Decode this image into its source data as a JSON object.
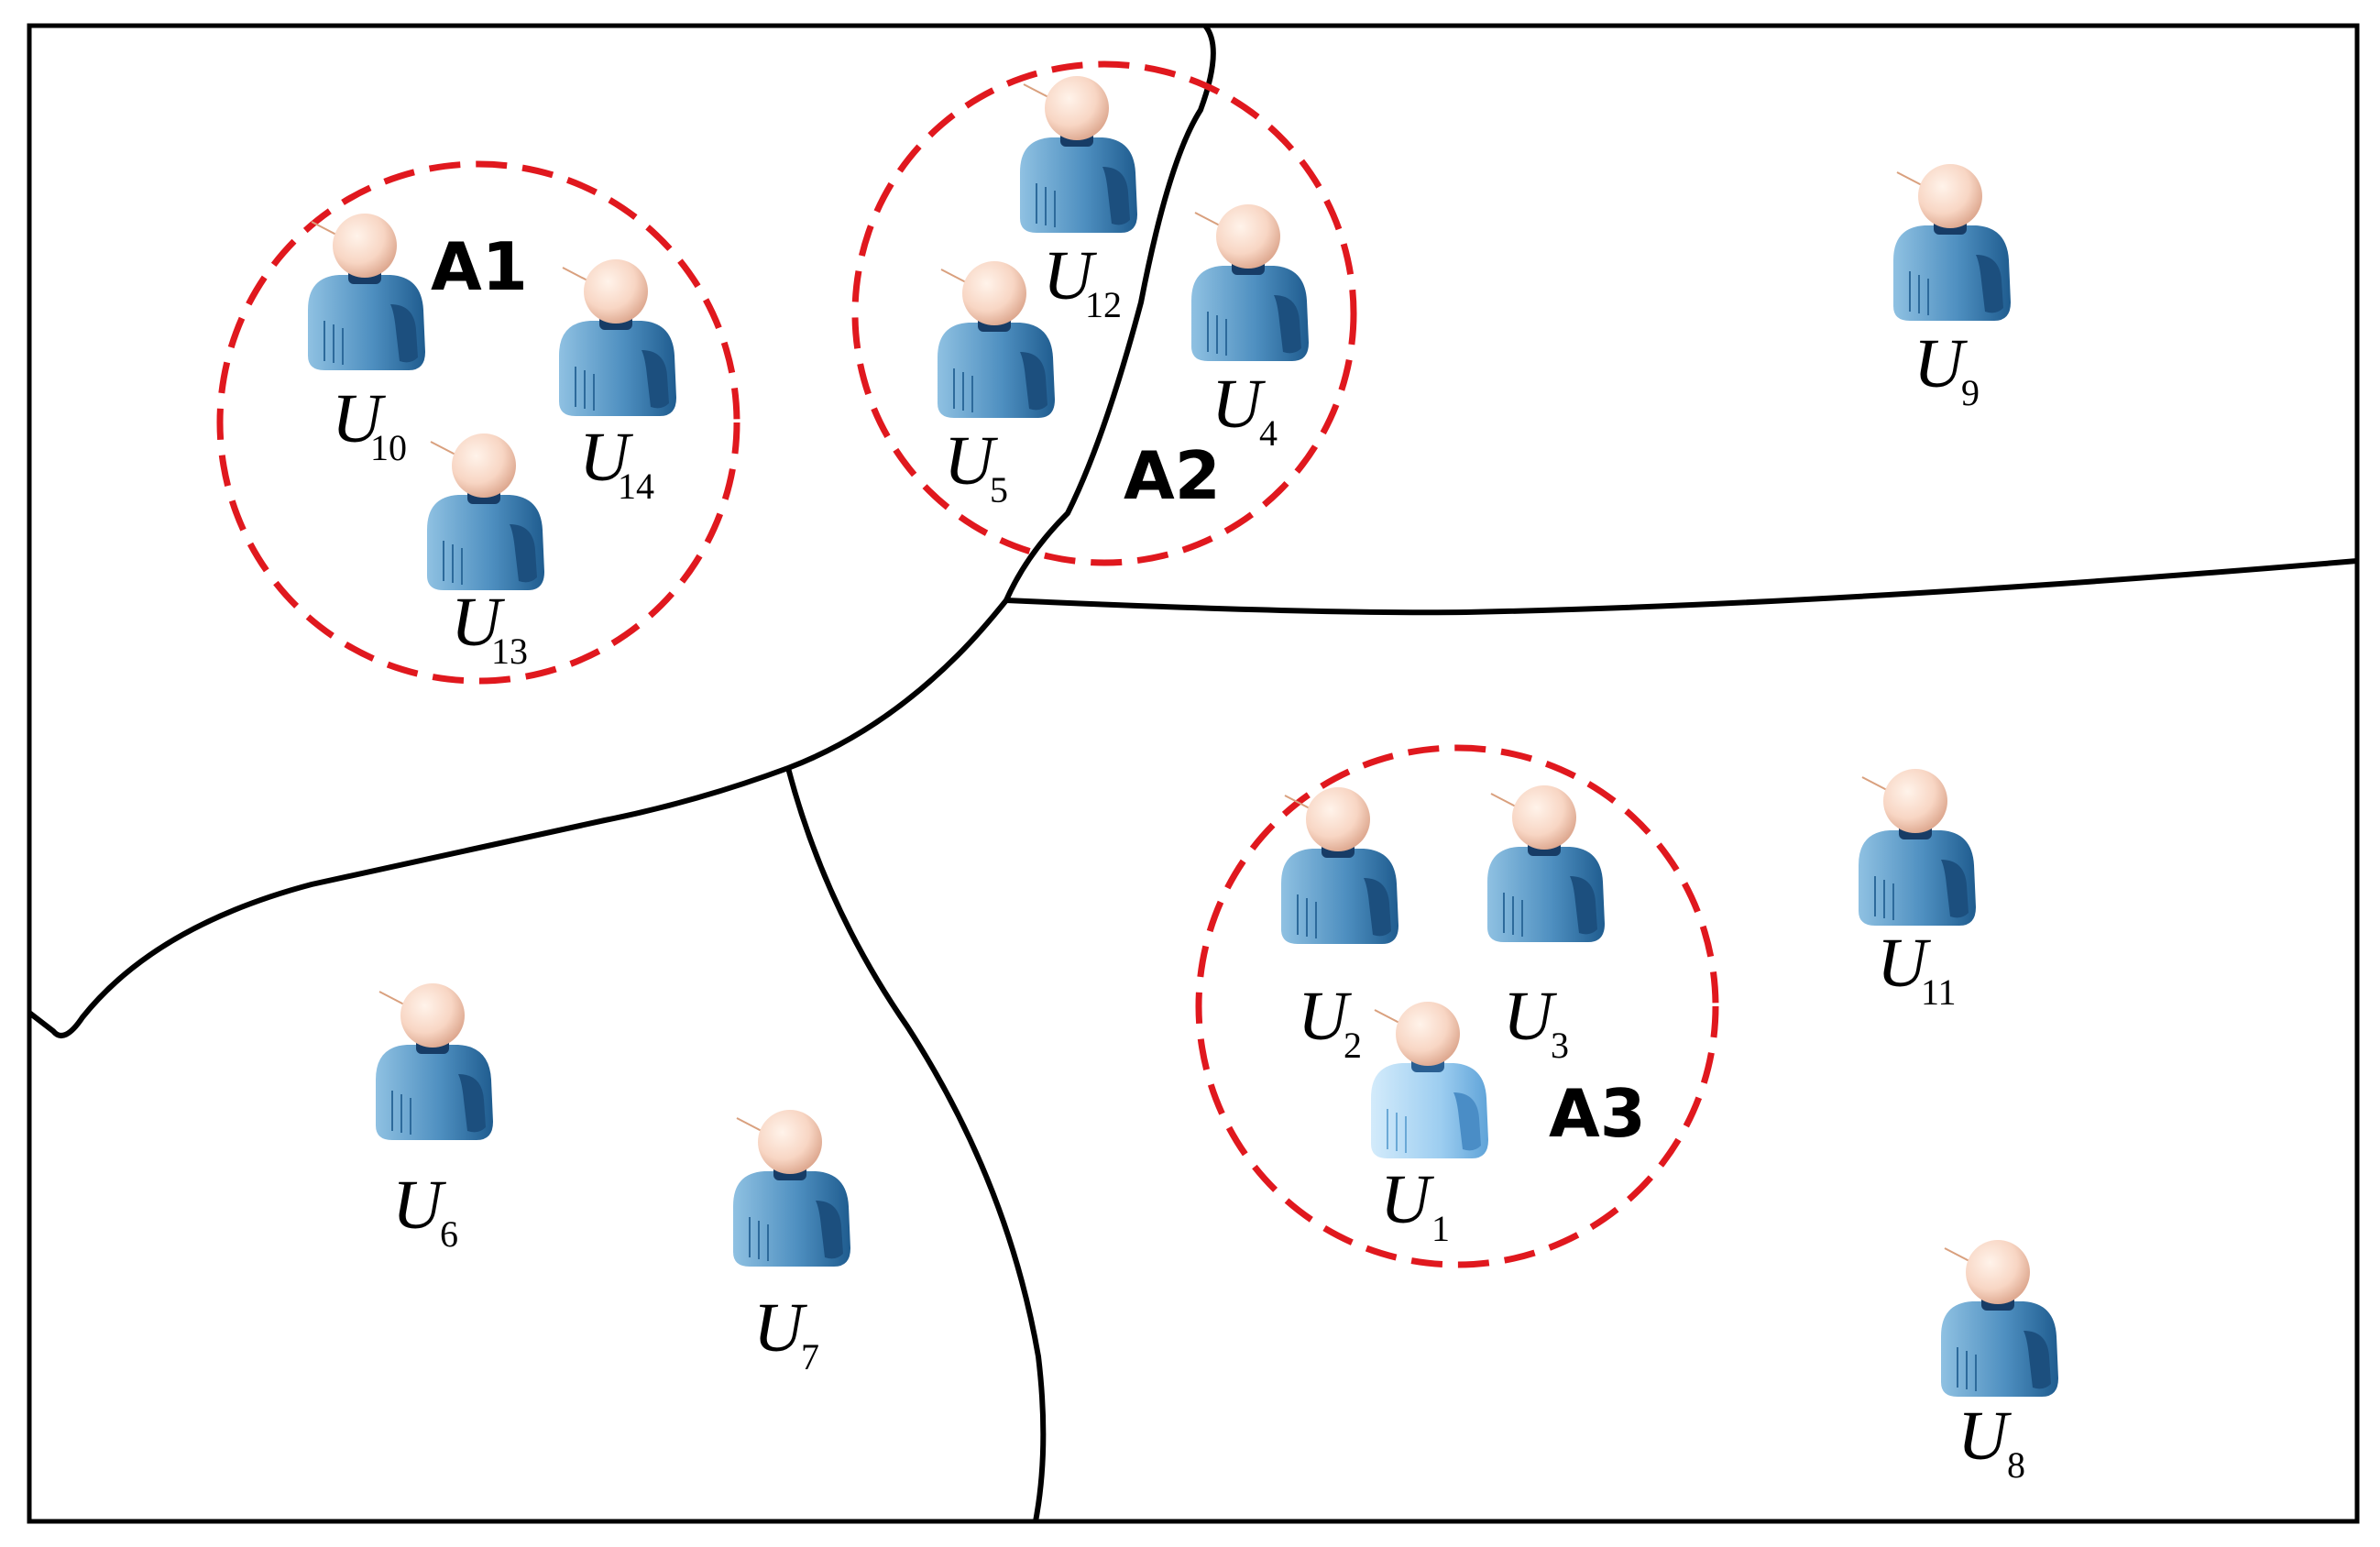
{
  "colors": {
    "border": "#000000",
    "boundary": "#000000",
    "cluster_circle": "#e0181e",
    "user_body": "#4f94c4",
    "user_head": "#f7d2bf"
  },
  "icons": {
    "user": "user-person-icon"
  },
  "clusters": [
    {
      "id": "a1",
      "label": "A1"
    },
    {
      "id": "a2",
      "label": "A2"
    },
    {
      "id": "a3",
      "label": "A3"
    }
  ],
  "users": [
    {
      "id": "u1",
      "label": "U",
      "sub": "1"
    },
    {
      "id": "u2",
      "label": "U",
      "sub": "2"
    },
    {
      "id": "u3",
      "label": "U",
      "sub": "3"
    },
    {
      "id": "u4",
      "label": "U",
      "sub": "4"
    },
    {
      "id": "u5",
      "label": "U",
      "sub": "5"
    },
    {
      "id": "u6",
      "label": "U",
      "sub": "6"
    },
    {
      "id": "u7",
      "label": "U",
      "sub": "7"
    },
    {
      "id": "u8",
      "label": "U",
      "sub": "8"
    },
    {
      "id": "u9",
      "label": "U",
      "sub": "9"
    },
    {
      "id": "u10",
      "label": "U",
      "sub": "10"
    },
    {
      "id": "u11",
      "label": "U",
      "sub": "11"
    },
    {
      "id": "u12",
      "label": "U",
      "sub": "12"
    },
    {
      "id": "u13",
      "label": "U",
      "sub": "13"
    },
    {
      "id": "u14",
      "label": "U",
      "sub": "14"
    }
  ]
}
